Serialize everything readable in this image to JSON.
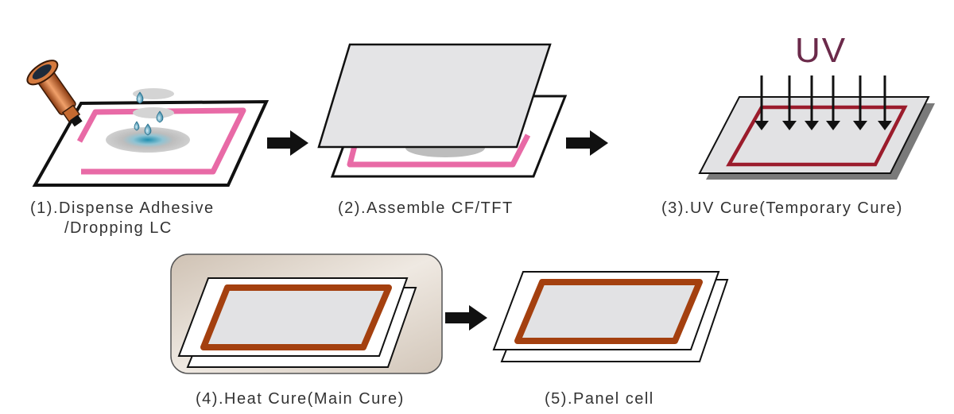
{
  "title": "LCD panel cell assembly process",
  "steps": [
    {
      "label_line1": "(1).Dispense Adhesive",
      "label_line2": "/Dropping LC"
    },
    {
      "label": "(2).Assemble CF/TFT"
    },
    {
      "label": "(3).UV Cure(Temporary Cure)",
      "uv_text": "UV"
    },
    {
      "label": "(4).Heat Cure(Main Cure)"
    },
    {
      "label": "(5).Panel cell"
    }
  ],
  "colors": {
    "adhesive_pink": "#e86aa6",
    "uv_seal_red": "#9b1c2c",
    "cured_seal_brown": "#a4400f",
    "uv_text": "#6b2a4a",
    "panel_gray": "#e2e2e4",
    "oven_bg": "#ddd3c8"
  }
}
